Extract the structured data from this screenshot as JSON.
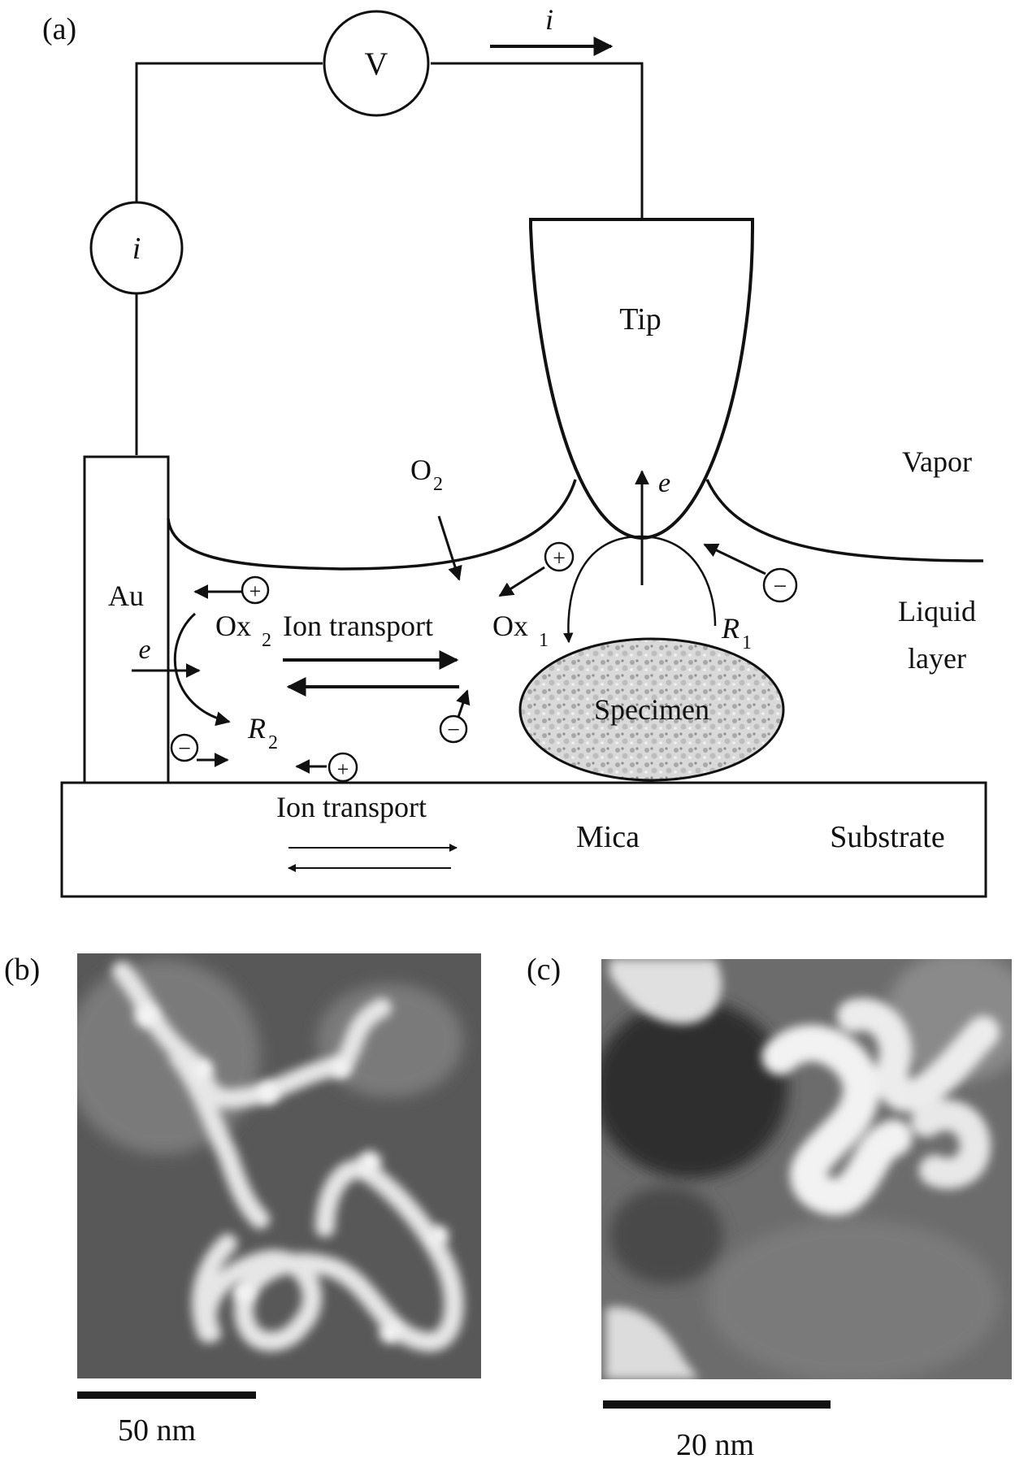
{
  "panels": {
    "a": {
      "label": "(a)",
      "circuit": {
        "voltmeter": "V",
        "ammeter": "i",
        "current_arrow": "i"
      },
      "regions": {
        "tip": "Tip",
        "vapor": "Vapor",
        "liquid_line1": "Liquid",
        "liquid_line2": "layer",
        "au": "Au",
        "specimen": "Specimen",
        "mica": "Mica",
        "substrate": "Substrate"
      },
      "species": {
        "o2": "O",
        "o2_sub": "2",
        "e_tip": "e",
        "e_au": "e",
        "ox1": "Ox",
        "ox1_sub": "1",
        "ox2": "Ox",
        "ox2_sub": "2",
        "r1": "R",
        "r1_sub": "1",
        "r2": "R",
        "r2_sub": "2",
        "plus": "+",
        "minus": "−"
      },
      "transport": {
        "liquid": "Ion transport",
        "substrate": "Ion transport"
      }
    },
    "b": {
      "label": "(b)",
      "scale_bar": "50 nm"
    },
    "c": {
      "label": "(c)",
      "scale_bar": "20 nm"
    }
  }
}
